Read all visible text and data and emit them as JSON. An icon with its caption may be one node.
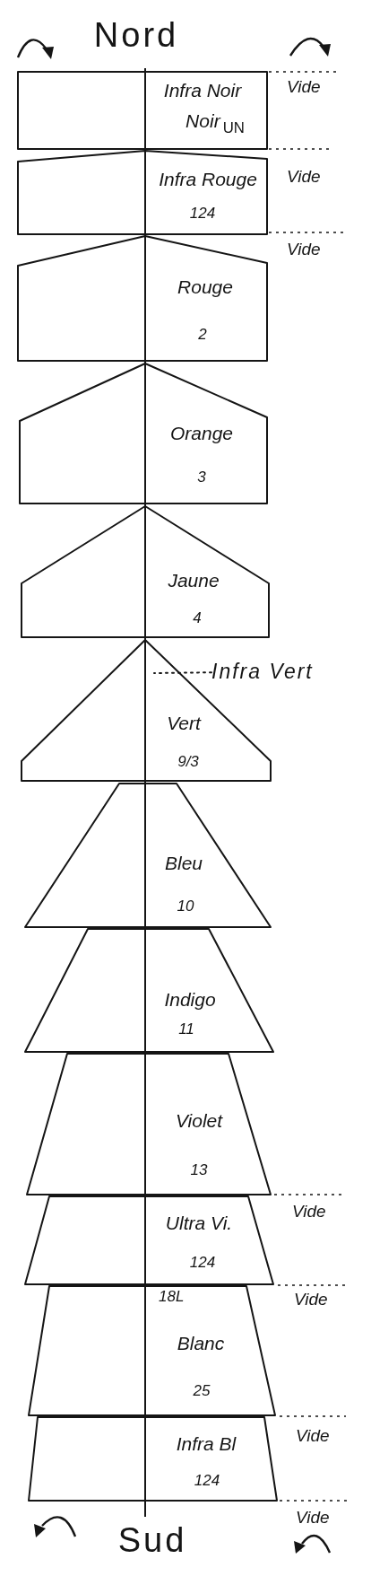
{
  "diagram": {
    "nodes": [
      {
        "text": [
          "Infra Noir",
          "Noir$_{UN}$"
        ]
      },
      {
        "text": [
          "Infra Rouge",
          "124"
        ]
      },
      {
        "text": [
          "Rouge",
          "2"
        ]
      },
      {
        "text": [
          "Orange",
          "3"
        ]
      },
      {
        "text": [
          "Jaune",
          "4"
        ]
      },
      {
        "text": [
          "Vert",
          "9/3"
        ]
      },
      {
        "text": [
          "Infra Vert"
        ]
      },
      {
        "text": [
          "Bleu",
          "10"
        ]
      },
      {
        "text": [
          "Indigo",
          "11"
        ]
      },
      {
        "text": [
          "Violet",
          "13"
        ]
      },
      {
        "text": [
          "Ultra Vi.",
          "124"
        ]
      },
      {
        "text": [
          "Blanc",
          "25"
        ]
      },
      {
        "text": [
          "Infra Bl",
          "124"
        ]
      }
    ],
    "edges": [
      {
        "from": 6,
        "to": 5,
        "arrow": "none",
        "style": "dashed"
      }
    ],
    "labels": [
      "Nord",
      "Vide",
      "Vide",
      "Vide",
      "Vide",
      "18L",
      "Vide",
      "Vide",
      "Vide",
      "Sud"
    ]
  }
}
